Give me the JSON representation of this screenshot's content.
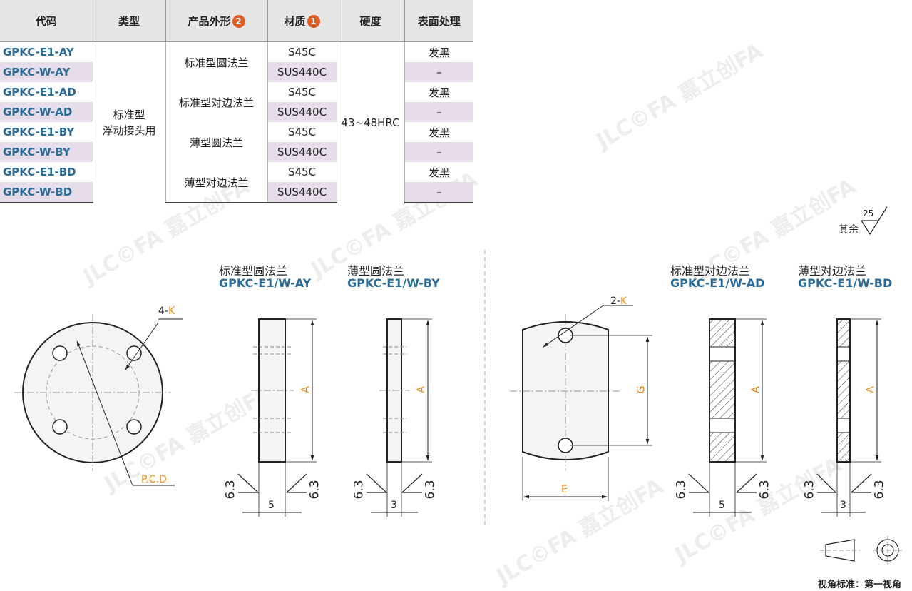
{
  "table": {
    "headers": [
      "代码",
      "类型",
      "产品外形",
      "材质",
      "硬度",
      "表面处理"
    ],
    "shape_badge": "2",
    "material_badge": "1",
    "type_value": "标准型\n浮动接头用",
    "hardness_value": "43~48HRC",
    "rows": [
      {
        "code": "GPKC-E1-AY",
        "shape": "标准型圆法兰",
        "material": "S45C",
        "surface": "发黑"
      },
      {
        "code": "GPKC-W-AY",
        "shape": "",
        "material": "SUS440C",
        "surface": "–"
      },
      {
        "code": "GPKC-E1-AD",
        "shape": "标准型对边法兰",
        "material": "S45C",
        "surface": "发黑"
      },
      {
        "code": "GPKC-W-AD",
        "shape": "",
        "material": "SUS440C",
        "surface": "–"
      },
      {
        "code": "GPKC-E1-BY",
        "shape": "薄型圆法兰",
        "material": "S45C",
        "surface": "发黑"
      },
      {
        "code": "GPKC-W-BY",
        "shape": "",
        "material": "SUS440C",
        "surface": "–"
      },
      {
        "code": "GPKC-E1-BD",
        "shape": "薄型对边法兰",
        "material": "S45C",
        "surface": "发黑"
      },
      {
        "code": "GPKC-W-BD",
        "shape": "",
        "material": "SUS440C",
        "surface": "–"
      }
    ]
  },
  "roughness": {
    "others_label": "其余",
    "others_value": "25",
    "face_value": "6.3"
  },
  "views": {
    "std_round": {
      "title": "标准型圆法兰",
      "code": "GPKC-E1/W-AY",
      "dim_a": "A",
      "thickness": "5"
    },
    "thin_round": {
      "title": "薄型圆法兰",
      "code": "GPKC-E1/W-BY",
      "dim_a": "A",
      "thickness": "3"
    },
    "std_flat": {
      "title": "标准型对边法兰",
      "code": "GPKC-E1/W-AD",
      "dim_a": "A",
      "thickness": "5"
    },
    "thin_flat": {
      "title": "薄型对边法兰",
      "code": "GPKC-E1/W-BD",
      "dim_a": "A",
      "thickness": "3"
    }
  },
  "round_front": {
    "holes_label_prefix": "4-",
    "holes_label_letter": "K",
    "pcd_label": "P.C.D"
  },
  "flat_front": {
    "holes_label_prefix": "2-",
    "holes_label_letter": "K",
    "dim_g": "G",
    "dim_e": "E"
  },
  "projection": {
    "label": "视角标准：第一视角"
  },
  "watermark": {
    "text": "JLC©FA 嘉立创FA"
  },
  "colors": {
    "accent": "#2a6c97",
    "badge": "#e05c20",
    "dimension": "#e88a1a",
    "shade": "#e6dcea"
  }
}
